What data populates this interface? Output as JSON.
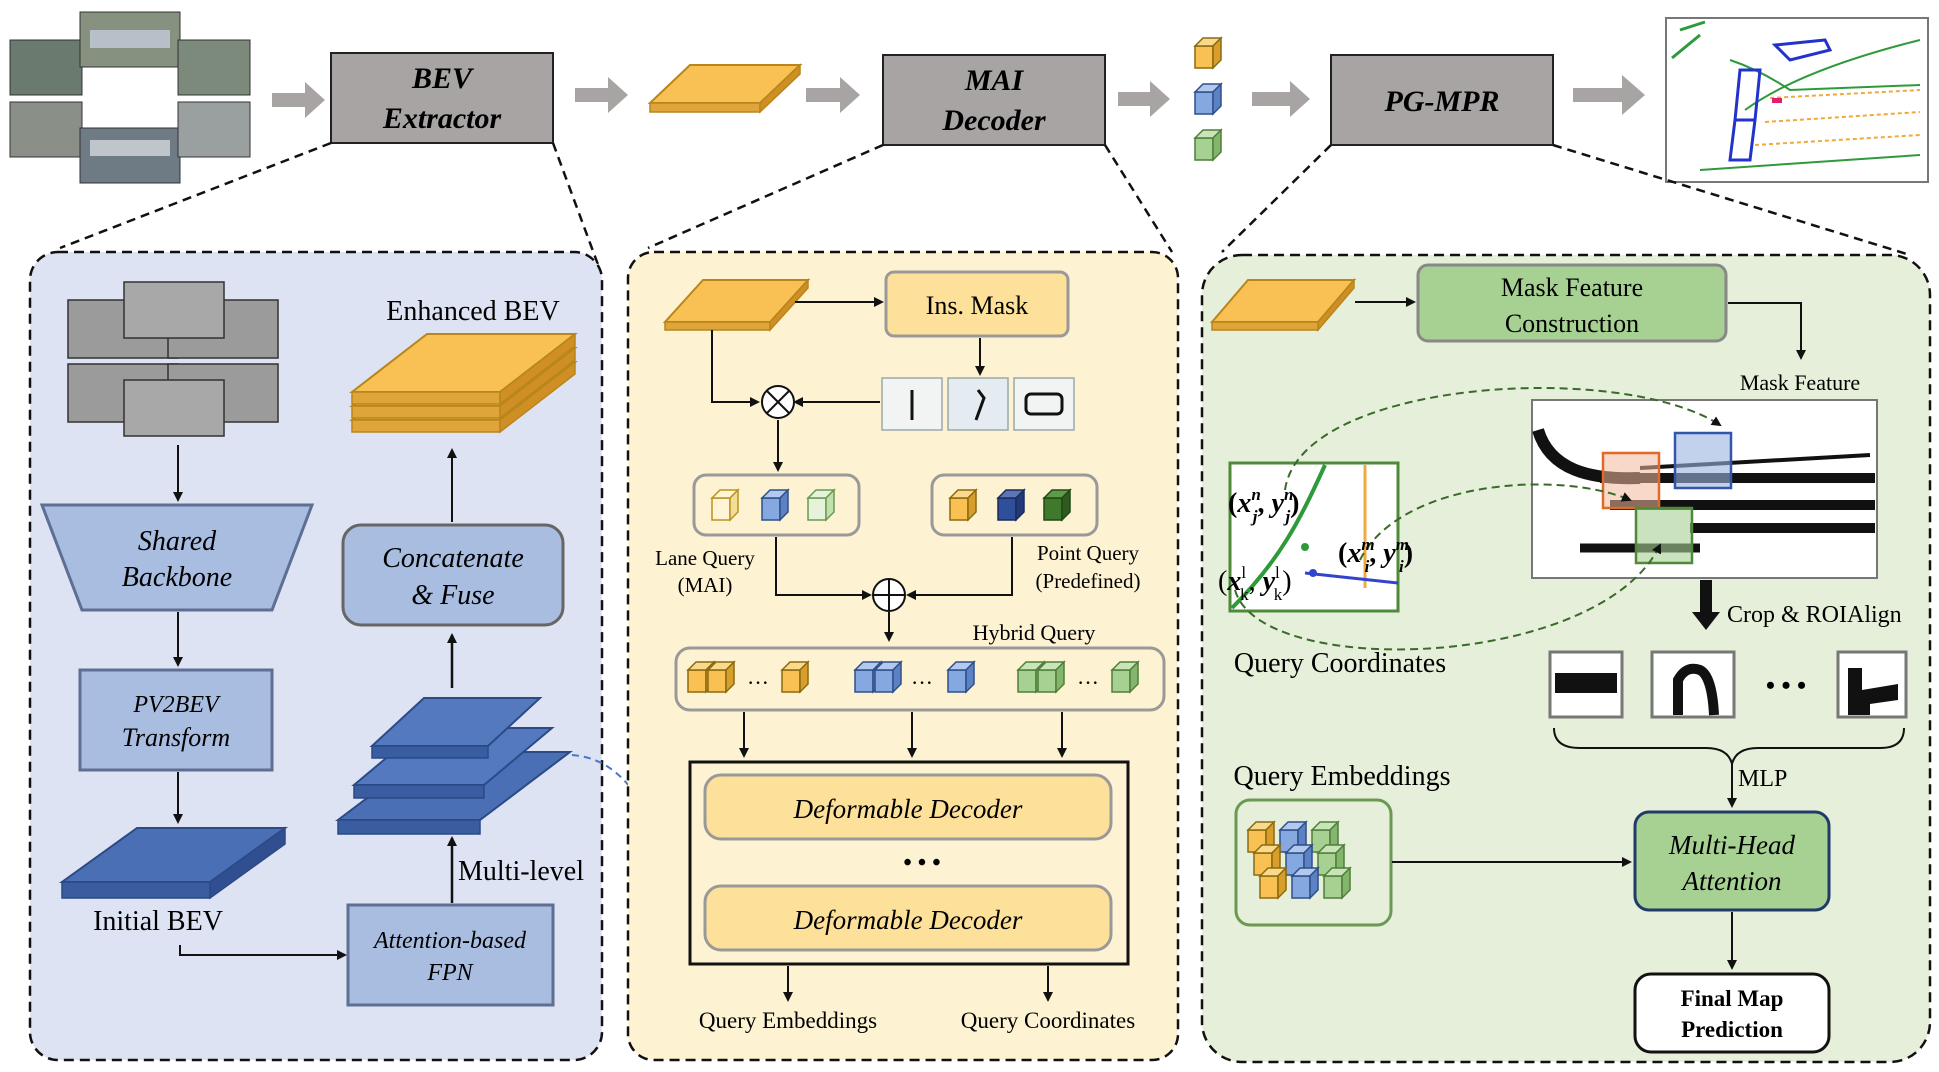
{
  "top": {
    "bev_extractor": [
      "BEV",
      "Extractor"
    ],
    "mai_decoder": [
      "MAI",
      "Decoder"
    ],
    "pg_mpr": "PG-MPR"
  },
  "left_panel": {
    "enhanced_bev": "Enhanced BEV",
    "shared_backbone": [
      "Shared",
      "Backbone"
    ],
    "concat_fuse": [
      "Concatenate",
      "& Fuse"
    ],
    "pv2bev": [
      "PV2BEV",
      "Transform"
    ],
    "multi_level": "Multi-level",
    "initial_bev": "Initial BEV",
    "fpn": [
      "Attention-based",
      "FPN"
    ]
  },
  "mid_panel": {
    "ins_mask": "Ins. Mask",
    "lane_query": [
      "Lane Query",
      "(MAI)"
    ],
    "point_query": [
      "Point Query",
      "(Predefined)"
    ],
    "hybrid_query": "Hybrid Query",
    "ellipsis": "···",
    "deformable_decoder": "Deformable Decoder",
    "dots": "• • •",
    "query_embeddings": "Query Embeddings",
    "query_coordinates": "Query Coordinates"
  },
  "right_panel": {
    "mask_feature_construction": [
      "Mask Feature",
      "Construction"
    ],
    "mask_feature": "Mask Feature",
    "coord_n": "(x",
    "coord_labels": {
      "jn": [
        "(",
        "x",
        "n",
        "j",
        ", ",
        "y",
        "n",
        "j",
        ")"
      ],
      "im": [
        "(",
        "x",
        "m",
        "i",
        ", ",
        "y",
        "m",
        "i",
        ")"
      ],
      "kl": [
        "(",
        "x",
        "l",
        "k",
        ", ",
        "y",
        "l",
        "k",
        ")"
      ]
    },
    "query_coordinates": "Query Coordinates",
    "crop_roialign": "Crop & ROIAlign",
    "dots": "• • •",
    "mlp": "MLP",
    "query_embeddings": "Query Embeddings",
    "mha": [
      "Multi-Head",
      "Attention"
    ],
    "final": [
      "Final Map",
      "Prediction"
    ]
  },
  "colors": {
    "gray_box": "#a8a4a4",
    "blue_panel": "#dde3f3",
    "yellow_panel": "#fdf2d2",
    "green_panel": "#e6efd9",
    "orange_layer": "#f9c154",
    "dark_blue": "#4a6fb4",
    "green_box": "#a6d192"
  }
}
